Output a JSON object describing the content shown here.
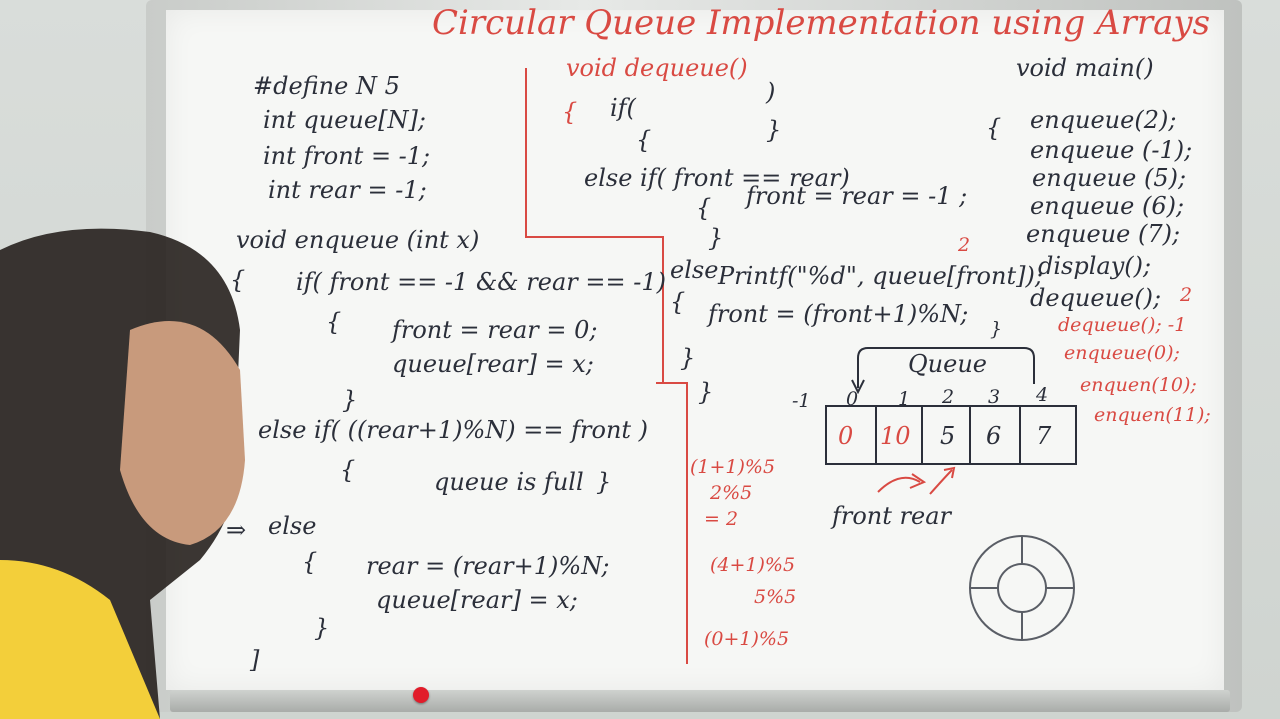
{
  "title": "Circular Queue Implementation using Arrays",
  "globals": [
    "#define N 5",
    "int queue[N];",
    "int front = -1;",
    "int rear = -1;"
  ],
  "enqueue": {
    "signature": "void enqueue (int x)",
    "open_brace": "{",
    "if_line": "if( front == -1 && rear == -1)",
    "if_open": "{",
    "if_body": [
      "front = rear = 0;",
      "queue[rear] = x;"
    ],
    "if_close": "}",
    "elseif_line": "else if( ((rear+1)%N) == front )",
    "elseif_open": "{",
    "elseif_body": "queue is full",
    "elseif_close": "}",
    "arrow": "⇒",
    "else_line": "else",
    "else_open": "{",
    "else_body": [
      "rear = (rear+1)%N;",
      "queue[rear] = x;"
    ],
    "else_close": "}",
    "close_brace": "]"
  },
  "dequeue": {
    "signature": "void dequeue()",
    "open_brace": "{",
    "if_line": "if(",
    "if_paren": ")",
    "if_open": "{",
    "if_close": "}",
    "elseif_line": "else if( front == rear)",
    "elseif_open": "{",
    "elseif_body": "front = rear = -1 ;",
    "elseif_close": "}",
    "else_line": "else",
    "else_open": "{",
    "else_body": [
      "Printf(\"%d\", queue[front]);",
      "front = (front+1)%N;"
    ],
    "else_close": "}",
    "close_brace": "}",
    "note_2": "2"
  },
  "main": {
    "signature": "void main()",
    "open_brace": "{",
    "calls": [
      "enqueue(2);",
      "enqueue (-1);",
      "enqueue (5);",
      "enqueue (6);",
      "enqueue (7);",
      "display();",
      "dequeue();"
    ],
    "note_2": "2",
    "red_calls": [
      "dequeue(); -1",
      "enqueue(0);",
      "enquen(10);",
      "enquen(11);"
    ]
  },
  "diagram": {
    "label": "Queue",
    "indices": [
      "-1",
      "0",
      "1",
      "2",
      "3",
      "4"
    ],
    "cells": [
      "0",
      "10",
      "5",
      "6",
      "7"
    ],
    "pointer_labels": "front rear",
    "close_brace": "}"
  },
  "scratch": [
    "(1+1)%5",
    "2%5",
    "= 2",
    "(4+1)%5",
    "5%5",
    "(0+1)%5"
  ]
}
